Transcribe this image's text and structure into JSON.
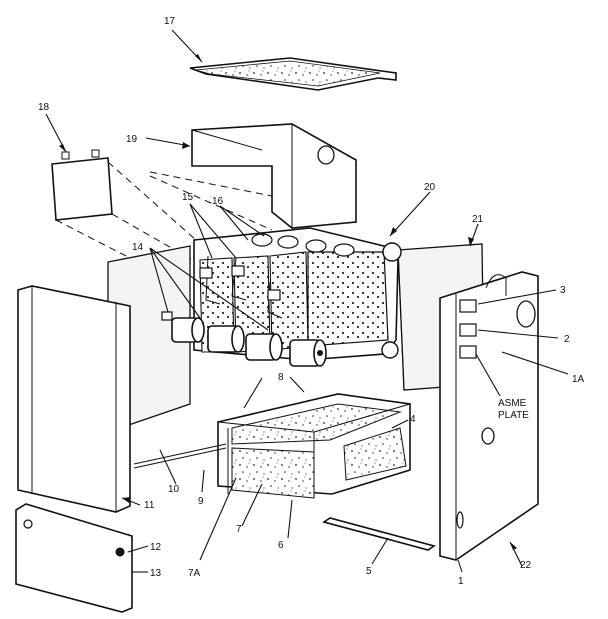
{
  "callouts": {
    "c1": "1",
    "c1a": "1A",
    "c2": "2",
    "c3": "3",
    "c4": "4",
    "c5": "5",
    "c6": "6",
    "c7": "7",
    "c7a": "7A",
    "c8": "8",
    "c9": "9",
    "c10": "10",
    "c11": "11",
    "c12": "12",
    "c13": "13",
    "c14": "14",
    "c15": "15",
    "c16": "16",
    "c17": "17",
    "c18": "18",
    "c19": "19",
    "c20": "20",
    "c21": "21",
    "c22": "22"
  },
  "plate": {
    "line1": "ASME",
    "line2": "PLATE"
  }
}
